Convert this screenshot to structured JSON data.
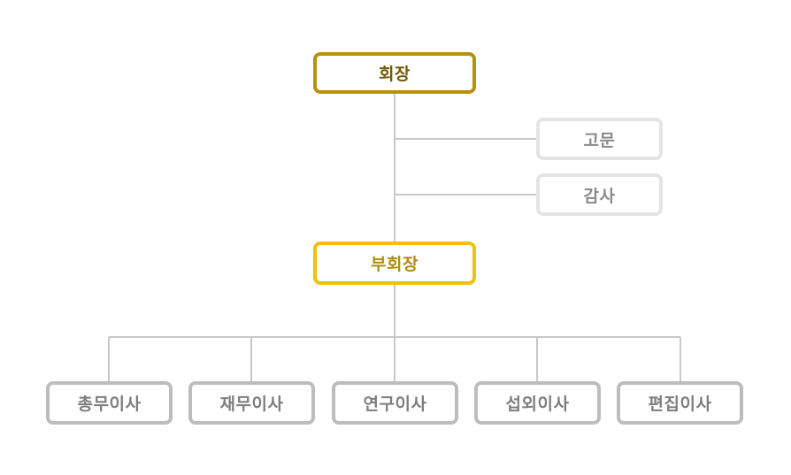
{
  "chart": {
    "president": "회장",
    "advisors": [
      "고문",
      "감사"
    ],
    "vice_president": "부회장",
    "departments": [
      "총무이사",
      "재무이사",
      "연구이사",
      "섭외이사",
      "편집이사"
    ]
  },
  "colors": {
    "president_border": "#b8900e",
    "president_text": "#715c0a",
    "vice_border": "#f2c00f",
    "vice_text": "#b08d10",
    "advisor_border": "#e4e4e4",
    "advisor_text": "#8a8a8a",
    "dept_border": "#bdbdbd",
    "dept_text": "#7d7d7d",
    "connector": "#c8c8c8"
  }
}
